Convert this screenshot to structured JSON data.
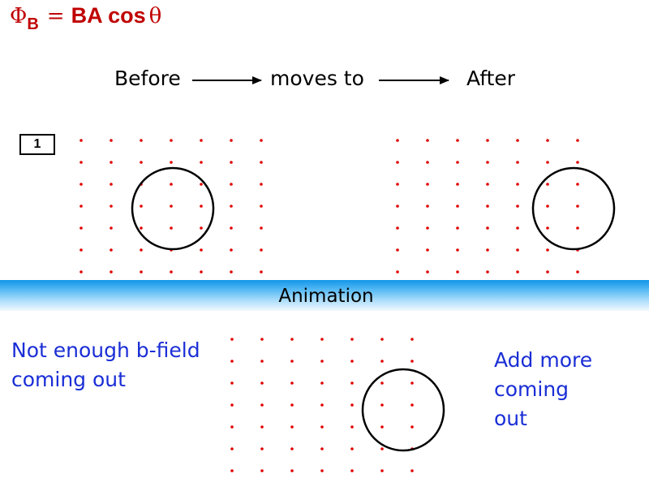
{
  "formula": {
    "flux_symbol": "Φ",
    "flux_subscript": "B",
    "equals": "=",
    "rhs": "BA cos",
    "angle": "θ"
  },
  "flow": {
    "before": "Before",
    "moves_to": "moves to",
    "after": "After"
  },
  "slide_number": "1",
  "banner": {
    "label": "Animation"
  },
  "notes": {
    "left_lines": [
      "Not enough b-field",
      "coming out"
    ],
    "right_lines": [
      "Add more",
      "coming",
      "out"
    ]
  },
  "colors": {
    "formula": "#c00000",
    "field_dot": "#e00000",
    "note_text": "#1a2ed6",
    "banner_top": "#1296e8",
    "loop_stroke": "#000000"
  },
  "field": {
    "direction": "out of page"
  }
}
